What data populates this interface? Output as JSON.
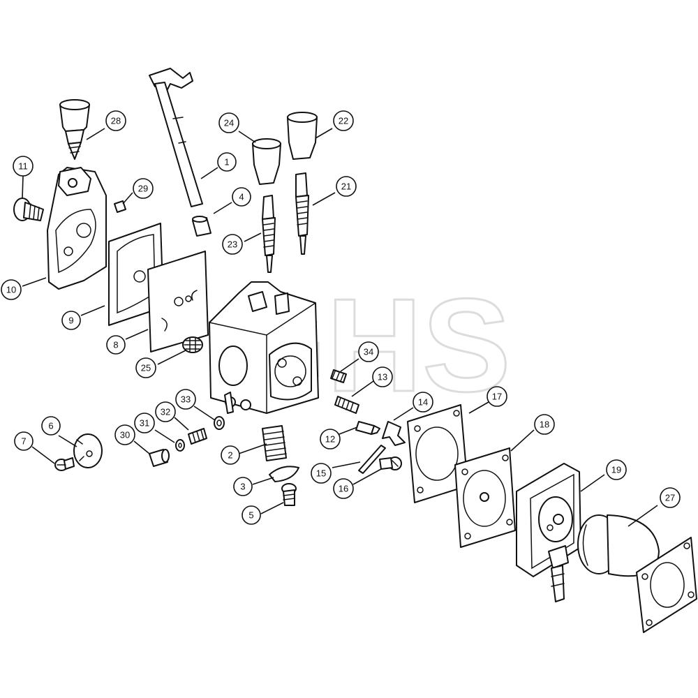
{
  "watermark": "GHS",
  "callouts": [
    {
      "id": "1",
      "label": "1"
    },
    {
      "id": "2",
      "label": "2"
    },
    {
      "id": "3",
      "label": "3"
    },
    {
      "id": "4",
      "label": "4"
    },
    {
      "id": "5",
      "label": "5"
    },
    {
      "id": "6",
      "label": "6"
    },
    {
      "id": "7",
      "label": "7"
    },
    {
      "id": "8",
      "label": "8"
    },
    {
      "id": "9",
      "label": "9"
    },
    {
      "id": "10",
      "label": "10"
    },
    {
      "id": "11",
      "label": "11"
    },
    {
      "id": "12",
      "label": "12"
    },
    {
      "id": "13",
      "label": "13"
    },
    {
      "id": "14",
      "label": "14"
    },
    {
      "id": "15",
      "label": "15"
    },
    {
      "id": "16",
      "label": "16"
    },
    {
      "id": "17",
      "label": "17"
    },
    {
      "id": "18",
      "label": "18"
    },
    {
      "id": "19",
      "label": "19"
    },
    {
      "id": "21",
      "label": "21"
    },
    {
      "id": "22",
      "label": "22"
    },
    {
      "id": "23",
      "label": "23"
    },
    {
      "id": "24",
      "label": "24"
    },
    {
      "id": "25",
      "label": "25"
    },
    {
      "id": "27",
      "label": "27"
    },
    {
      "id": "28",
      "label": "28"
    },
    {
      "id": "29",
      "label": "29"
    },
    {
      "id": "30",
      "label": "30"
    },
    {
      "id": "31",
      "label": "31"
    },
    {
      "id": "32",
      "label": "32"
    },
    {
      "id": "33",
      "label": "33"
    },
    {
      "id": "34",
      "label": "34"
    }
  ]
}
